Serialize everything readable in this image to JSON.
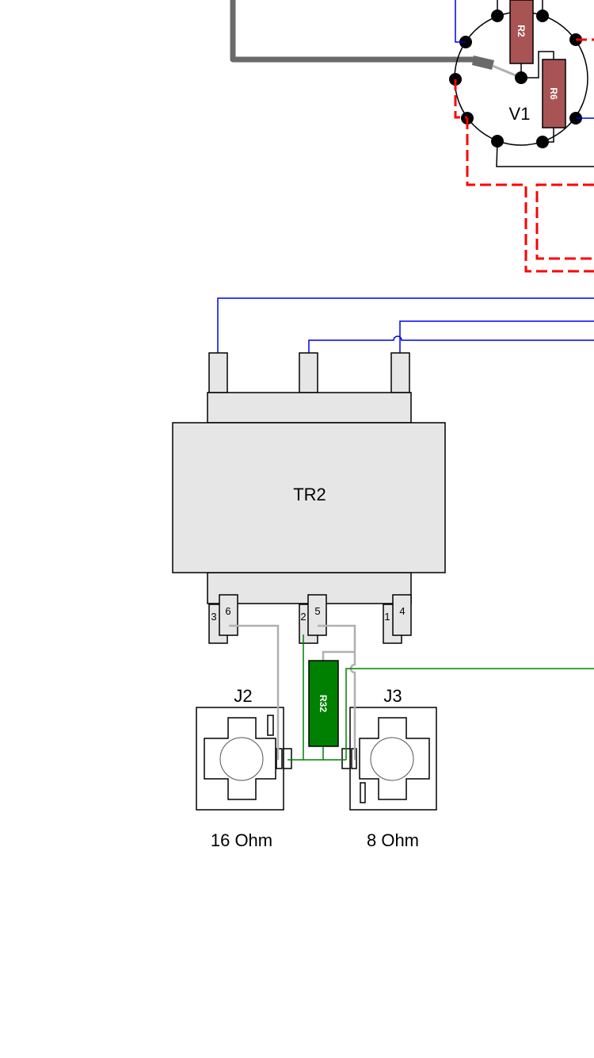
{
  "components": {
    "tube": {
      "label": "V1"
    },
    "resistors": [
      {
        "label": "R2",
        "color": "#a85454"
      },
      {
        "label": "R6",
        "color": "#a85454"
      },
      {
        "label": "R32",
        "color": "#008000"
      }
    ],
    "transformer": {
      "label": "TR2",
      "pins_back": [
        "3",
        "2",
        "1"
      ],
      "pins_front": [
        "6",
        "5",
        "4"
      ]
    },
    "jacks": [
      {
        "label": "J2",
        "caption": "16 Ohm"
      },
      {
        "label": "J3",
        "caption": "8 Ohm"
      }
    ]
  },
  "wire_colors": {
    "blue": "#0000ee",
    "red_dashed": "#ff0000",
    "gray": "#b0b0b0",
    "green": "#008000",
    "black": "#000000",
    "heavy": "#6a6a6a"
  }
}
